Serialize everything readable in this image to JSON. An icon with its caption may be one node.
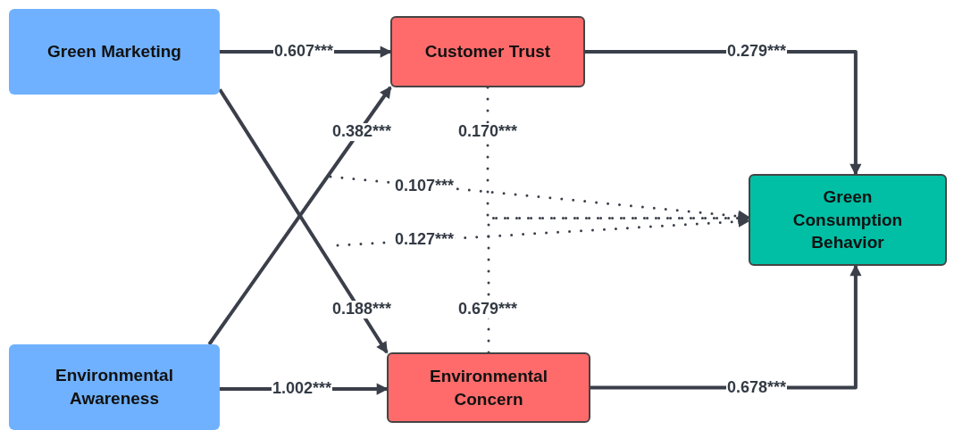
{
  "diagram": {
    "nodes": [
      {
        "text": [
          "Green Marketing"
        ]
      },
      {
        "text": [
          "Customer Trust"
        ]
      },
      {
        "text": [
          "Green Consumption Behavior"
        ]
      },
      {
        "text": [
          "Environmental Awareness"
        ]
      },
      {
        "text": [
          "Environmental Concern"
        ]
      }
    ],
    "edges": [
      {
        "from": 0,
        "to": 1,
        "arrow": "to",
        "label": "0.607***"
      },
      {
        "from": 0,
        "to": 4,
        "arrow": "to",
        "label": "0.188***"
      },
      {
        "from": 3,
        "to": 1,
        "arrow": "to",
        "label": "0.382***"
      },
      {
        "from": 3,
        "to": 4,
        "arrow": "to",
        "label": "1.002***"
      },
      {
        "from": 1,
        "to": 2,
        "arrow": "to",
        "label": "0.279***"
      },
      {
        "from": 4,
        "to": 2,
        "arrow": "to",
        "label": "0.678***"
      },
      {
        "from": 1,
        "to": 2,
        "arrow": "to",
        "label": "0.170***",
        "style": "dashed"
      },
      {
        "from": 4,
        "to": 2,
        "arrow": "to",
        "label": "0.679***",
        "style": "dashed"
      },
      {
        "from": null,
        "to": 2,
        "arrow": "to",
        "label": "0.107***",
        "style": "dashed"
      },
      {
        "from": null,
        "to": 2,
        "arrow": "to",
        "label": "0.127***",
        "style": "dashed"
      }
    ]
  }
}
